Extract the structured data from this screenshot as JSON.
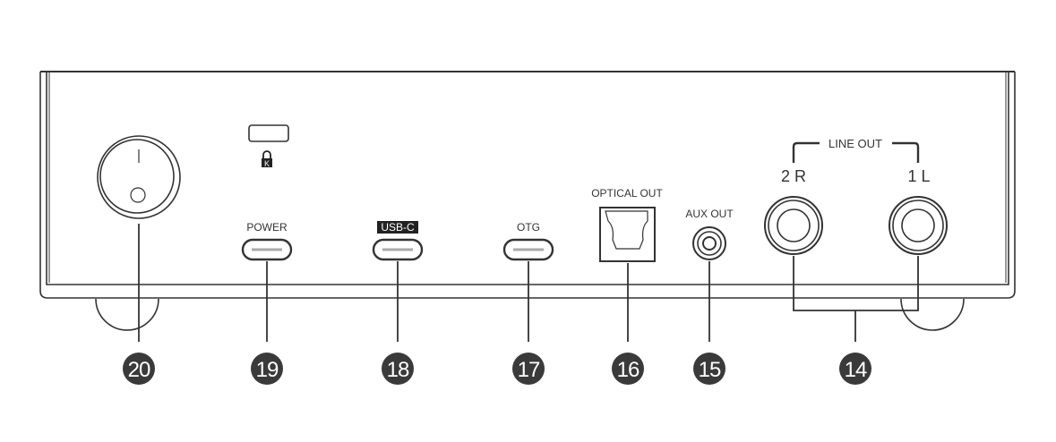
{
  "labels": {
    "power": "POWER",
    "usb_c": "USB-C",
    "otg": "OTG",
    "optical_out": "OPTICAL OUT",
    "aux_out": "AUX OUT",
    "line_out": "LINE OUT",
    "ch_2r": "2 R",
    "ch_1l": "1 L",
    "lock_letter": "K"
  },
  "callouts": [
    "20",
    "19",
    "18",
    "17",
    "16",
    "15",
    "14"
  ],
  "colors": {
    "line": "#333333",
    "badge": "#3a3a3a",
    "background": "#ffffff"
  }
}
